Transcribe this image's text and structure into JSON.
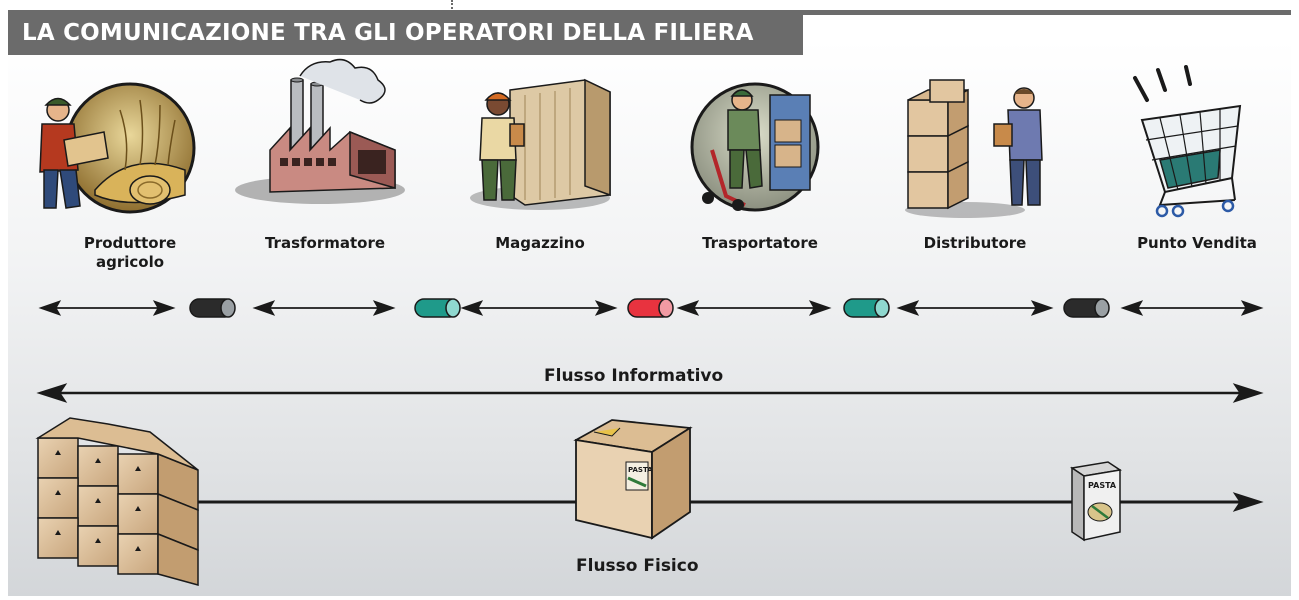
{
  "header": {
    "title": "LA COMUNICAZIONE TRA GLI OPERATORI DELLA FILIERA"
  },
  "actors": [
    {
      "label": "Produttore\nagricolo",
      "icon": "farmer-icon"
    },
    {
      "label": "Trasformatore",
      "icon": "factory-icon"
    },
    {
      "label": "Magazzino",
      "icon": "warehouse-worker-icon"
    },
    {
      "label": "Trasportatore",
      "icon": "hand-truck-worker-icon"
    },
    {
      "label": "Distributore",
      "icon": "distributor-icon"
    },
    {
      "label": "Punto Vendita",
      "icon": "shopping-cart-icon"
    }
  ],
  "connectors": [
    {
      "color": "#2b2b2b"
    },
    {
      "color": "#1f9a8a"
    },
    {
      "color": "#e8333f"
    },
    {
      "color": "#1f9a8a"
    },
    {
      "color": "#2b2b2b"
    }
  ],
  "flows": {
    "information": "Flusso Informativo",
    "physical": "Flusso Fisico"
  },
  "product_labels": {
    "box_label": "PASTA",
    "pack_label": "PASTA"
  }
}
